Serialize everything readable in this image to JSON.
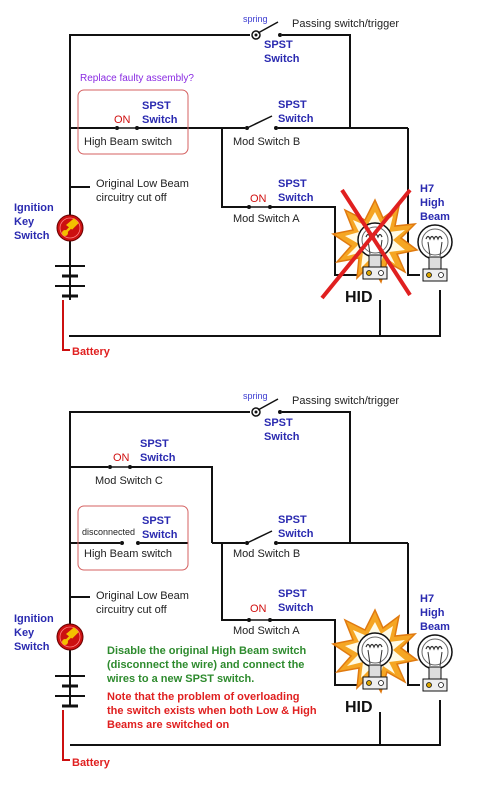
{
  "top": {
    "spring": "spring",
    "passing": "Passing switch/trigger",
    "spst1a": "SPST",
    "spst1b": "Switch",
    "replace_q": "Replace faulty assembly?",
    "hb_on": "ON",
    "hb_spst_a": "SPST",
    "hb_spst_b": "Switch",
    "hb_label": "High Beam switch",
    "modb_spst_a": "SPST",
    "modb_spst_b": "Switch",
    "modb_label": "Mod Switch B",
    "lowbeam1": "Original Low Beam",
    "lowbeam2": "circuitry cut off",
    "moda_on": "ON",
    "moda_spst_a": "SPST",
    "moda_spst_b": "Switch",
    "moda_label": "Mod Switch A",
    "ign1": "Ignition",
    "ign2": "Key",
    "ign3": "Switch",
    "h7_1": "H7",
    "h7_2": "High",
    "h7_3": "Beam",
    "hid": "HID",
    "battery": "Battery"
  },
  "bottom": {
    "spring": "spring",
    "passing": "Passing switch/trigger",
    "spst1a": "SPST",
    "spst1b": "Switch",
    "modc_on": "ON",
    "modc_spst_a": "SPST",
    "modc_spst_b": "Switch",
    "modc_label": "Mod Switch C",
    "disc": "disconnected",
    "hb_spst_a": "SPST",
    "hb_spst_b": "Switch",
    "hb_label": "High Beam switch",
    "modb_spst_a": "SPST",
    "modb_spst_b": "Switch",
    "modb_label": "Mod Switch B",
    "lowbeam1": "Original Low Beam",
    "lowbeam2": "circuitry cut off",
    "moda_on": "ON",
    "moda_spst_a": "SPST",
    "moda_spst_b": "Switch",
    "moda_label": "Mod Switch A",
    "ign1": "Ignition",
    "ign2": "Key",
    "ign3": "Switch",
    "green1": "Disable the original High Beam switch",
    "green2": "(disconnect the wire) and connect the",
    "green3": "wires to a new SPST switch.",
    "red1": "Note that the problem of overloading",
    "red2": "the switch exists when both Low & High",
    "red3": "Beams are switched on",
    "h7_1": "H7",
    "h7_2": "High",
    "h7_3": "Beam",
    "hid": "HID",
    "battery": "Battery"
  },
  "colors": {
    "wire": "#111111",
    "label_blue": "#2a2ab0",
    "on_red": "#d01010",
    "purple": "#8a2be2",
    "green": "#2e8b2e",
    "burst": "#f5a623",
    "cross": "#e02020"
  }
}
